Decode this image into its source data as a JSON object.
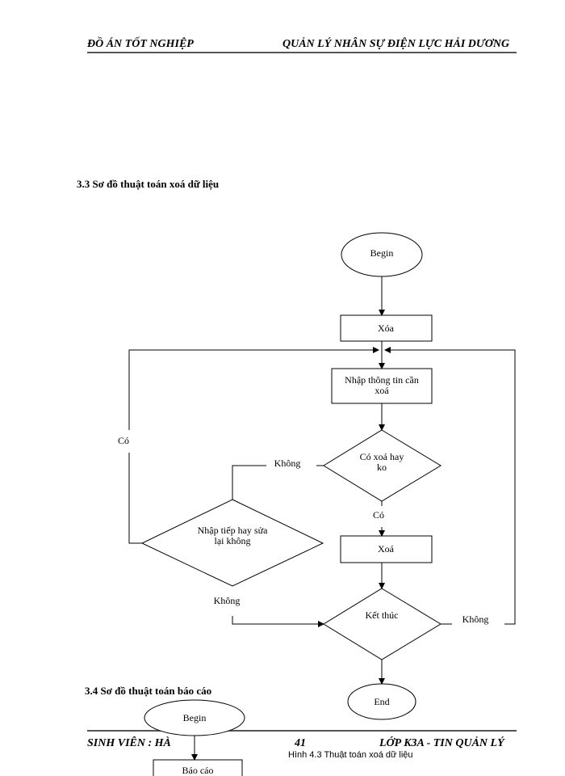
{
  "header": {
    "left": "ĐỒ ÁN TỐT NGHIỆP",
    "right": "QUẢN LÝ NHÂN SỰ ĐIỆN LỰC HẢI DƯƠNG"
  },
  "section_33": "3.3 Sơ đồ thuật toán xoá dữ liệu",
  "flow": {
    "begin": "Begin",
    "xoa_top": "Xóa",
    "input_line1": "Nhập thông tin cần",
    "input_line2": "xoá",
    "d1_line1": "Có xoá hay",
    "d1_line2": "ko",
    "d1_no": "Không",
    "d1_yes": "Có",
    "d2_line1": "Nhập tiếp hay sửa",
    "d2_line2": "lại không",
    "d2_yes": "Có",
    "d2_no": "Không",
    "xoa_bottom": "Xoá",
    "d3": "Kết thúc",
    "d3_no": "Không",
    "end": "End"
  },
  "section_34": "3.4 Sơ đồ thuật toán báo cáo",
  "flow2": {
    "begin": "Begin",
    "box": "Báo cáo"
  },
  "footer": {
    "left": "SINH VIÊN : HÀ",
    "page": "41",
    "right": "LỚP K3A - TIN QUẢN LÝ"
  },
  "caption": "Hình 4.3 Thuật toán xoá dữ liệu"
}
